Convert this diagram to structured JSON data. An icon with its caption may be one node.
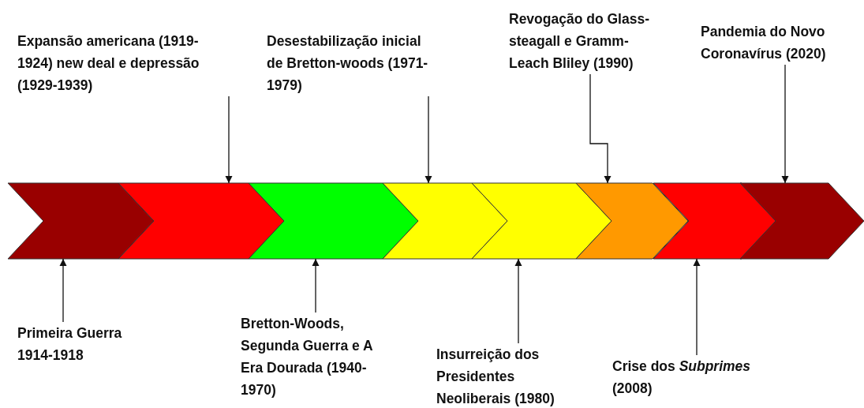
{
  "diagram": {
    "nodes": [
      {
        "text": [],
        "shape": "chevron"
      },
      {
        "text": [],
        "shape": "chevron"
      },
      {
        "text": [],
        "shape": "chevron"
      },
      {
        "text": [],
        "shape": "chevron"
      },
      {
        "text": [],
        "shape": "chevron"
      },
      {
        "text": [],
        "shape": "chevron"
      },
      {
        "text": [],
        "shape": "chevron"
      },
      {
        "text": [],
        "shape": "chevron"
      },
      {
        "text": [
          "Expansão americana (1919-1924) new deal e depressão (1929-1939)"
        ]
      },
      {
        "text": [
          "Desestabilização inicial de Bretton-woods (1971-1979)"
        ]
      },
      {
        "text": [
          "Revogação do Glass-steagall e Gramm-Leach Bliley (1990)"
        ]
      },
      {
        "text": [
          "Pandemia do Novo Coronavírus (2020)"
        ]
      },
      {
        "text": [
          "Primeira Guerra 1914-1918"
        ]
      },
      {
        "text": [
          "Bretton-Woods, Segunda Guerra e A Era Dourada (1940-1970)"
        ]
      },
      {
        "text": [
          "Insurreição dos Presidentes Neoliberais (1980)"
        ]
      },
      {
        "text": [
          "Crise dos *Subprimes* (2008)"
        ]
      }
    ],
    "edges": [
      {
        "from": 8,
        "to": 1,
        "arrow": "to"
      },
      {
        "from": 9,
        "to": 3,
        "arrow": "to"
      },
      {
        "from": 10,
        "to": 5,
        "arrow": "to"
      },
      {
        "from": 11,
        "to": 7,
        "arrow": "to"
      },
      {
        "from": 12,
        "to": 0,
        "arrow": "to"
      },
      {
        "from": 13,
        "to": 2,
        "arrow": "to"
      },
      {
        "from": 14,
        "to": 4,
        "arrow": "to"
      },
      {
        "from": 15,
        "to": 6,
        "arrow": "to"
      }
    ]
  }
}
